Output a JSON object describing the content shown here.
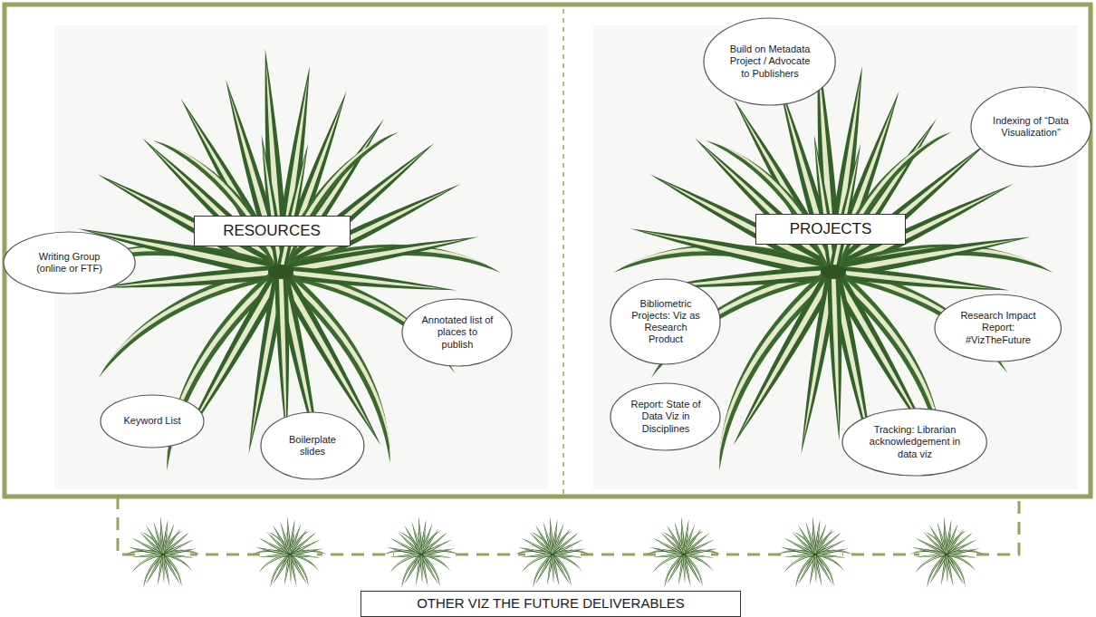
{
  "diagram": {
    "nodes": [
      {
        "text": [
          "RESOURCES"
        ]
      },
      {
        "text": [
          "Writing Group (online or FTF)"
        ]
      },
      {
        "text": [
          "Annotated list of places to publish"
        ]
      },
      {
        "text": [
          "Keyword List"
        ]
      },
      {
        "text": [
          "Boilerplate slides"
        ]
      },
      {
        "text": [
          "PROJECTS"
        ]
      },
      {
        "text": [
          "Build on Metadata Project / Advocate to Publishers"
        ]
      },
      {
        "text": [
          "Indexing of “Data Visualization”"
        ]
      },
      {
        "text": [
          "Bibliometric Projects: Viz as Research Product"
        ]
      },
      {
        "text": [
          "Research Impact Report: #VizTheFuture"
        ]
      },
      {
        "text": [
          "Report: State of Data Viz in Disciplines"
        ]
      },
      {
        "text": [
          "Tracking: Librarian acknowledgement in data viz"
        ]
      },
      {
        "text": [
          "OTHER VIZ THE FUTURE DELIVERABLES"
        ]
      }
    ]
  }
}
